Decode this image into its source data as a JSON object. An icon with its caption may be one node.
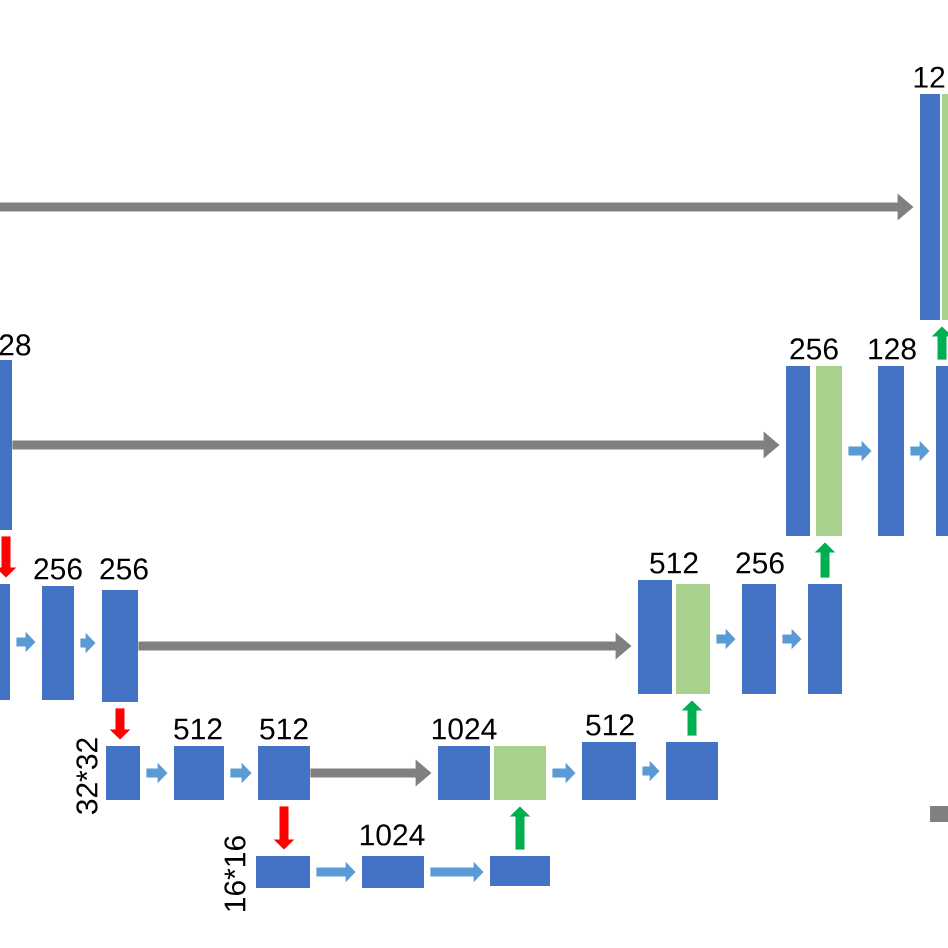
{
  "diagram": {
    "nodes": [
      {
        "text": [],
        "shape": "bar",
        "beside": [
          "12"
        ]
      },
      {
        "text": [],
        "shape": "bar"
      },
      {
        "text": [],
        "shape": "bar",
        "beside": [
          "28"
        ]
      },
      {
        "text": [],
        "shape": "bar",
        "beside": [
          "256"
        ]
      },
      {
        "text": [],
        "shape": "bar"
      },
      {
        "text": [],
        "shape": "bar",
        "beside": [
          "128"
        ]
      },
      {
        "text": [],
        "shape": "bar"
      },
      {
        "text": [],
        "shape": "bar"
      },
      {
        "text": [],
        "shape": "bar",
        "beside": [
          "256"
        ]
      },
      {
        "text": [],
        "shape": "bar",
        "beside": [
          "256"
        ]
      },
      {
        "text": [],
        "shape": "bar",
        "beside": [
          "512"
        ]
      },
      {
        "text": [],
        "shape": "bar"
      },
      {
        "text": [],
        "shape": "bar",
        "beside": [
          "256"
        ]
      },
      {
        "text": [],
        "shape": "bar"
      },
      {
        "text": [],
        "shape": "bar",
        "beside": [
          "32*32"
        ]
      },
      {
        "text": [],
        "shape": "bar",
        "beside": [
          "512"
        ]
      },
      {
        "text": [],
        "shape": "bar",
        "beside": [
          "512"
        ]
      },
      {
        "text": [],
        "shape": "bar",
        "beside": [
          "1024"
        ]
      },
      {
        "text": [],
        "shape": "bar"
      },
      {
        "text": [],
        "shape": "bar",
        "beside": [
          "512"
        ]
      },
      {
        "text": [],
        "shape": "bar"
      },
      {
        "text": [],
        "shape": "bar",
        "beside": [
          "16*16"
        ]
      },
      {
        "text": [],
        "shape": "bar",
        "beside": [
          "1024"
        ]
      },
      {
        "text": [],
        "shape": "bar"
      }
    ],
    "edges": [
      {
        "from": null,
        "to": 0,
        "arrow": "to",
        "color": "#808080"
      },
      {
        "from": 2,
        "to": 3,
        "arrow": "to",
        "color": "#808080"
      },
      {
        "from": 9,
        "to": 10,
        "arrow": "to",
        "color": "#808080"
      },
      {
        "from": 16,
        "to": 17,
        "arrow": "to",
        "color": "#808080"
      },
      {
        "from": 4,
        "to": 5,
        "arrow": "to"
      },
      {
        "from": 5,
        "to": 6,
        "arrow": "to"
      },
      {
        "from": 7,
        "to": 8,
        "arrow": "to"
      },
      {
        "from": 8,
        "to": 9,
        "arrow": "to"
      },
      {
        "from": 11,
        "to": 12,
        "arrow": "to"
      },
      {
        "from": 12,
        "to": 13,
        "arrow": "to"
      },
      {
        "from": 14,
        "to": 15,
        "arrow": "to"
      },
      {
        "from": 15,
        "to": 16,
        "arrow": "to"
      },
      {
        "from": 18,
        "to": 19,
        "arrow": "to"
      },
      {
        "from": 19,
        "to": 20,
        "arrow": "to"
      },
      {
        "from": 21,
        "to": 22,
        "arrow": "to"
      },
      {
        "from": 22,
        "to": 23,
        "arrow": "to"
      },
      {
        "from": 2,
        "to": 7,
        "arrow": "to",
        "color": "#ff0000"
      },
      {
        "from": 9,
        "to": 14,
        "arrow": "to",
        "color": "#ff0000"
      },
      {
        "from": 16,
        "to": 21,
        "arrow": "to",
        "color": "#ff0000"
      },
      {
        "from": 6,
        "to": 1,
        "arrow": "to",
        "color": "#00b050"
      },
      {
        "from": 13,
        "to": 4,
        "arrow": "to",
        "color": "#00b050"
      },
      {
        "from": 20,
        "to": 11,
        "arrow": "to",
        "color": "#00b050"
      },
      {
        "from": 23,
        "to": 18,
        "arrow": "to",
        "color": "#00b050"
      }
    ]
  }
}
